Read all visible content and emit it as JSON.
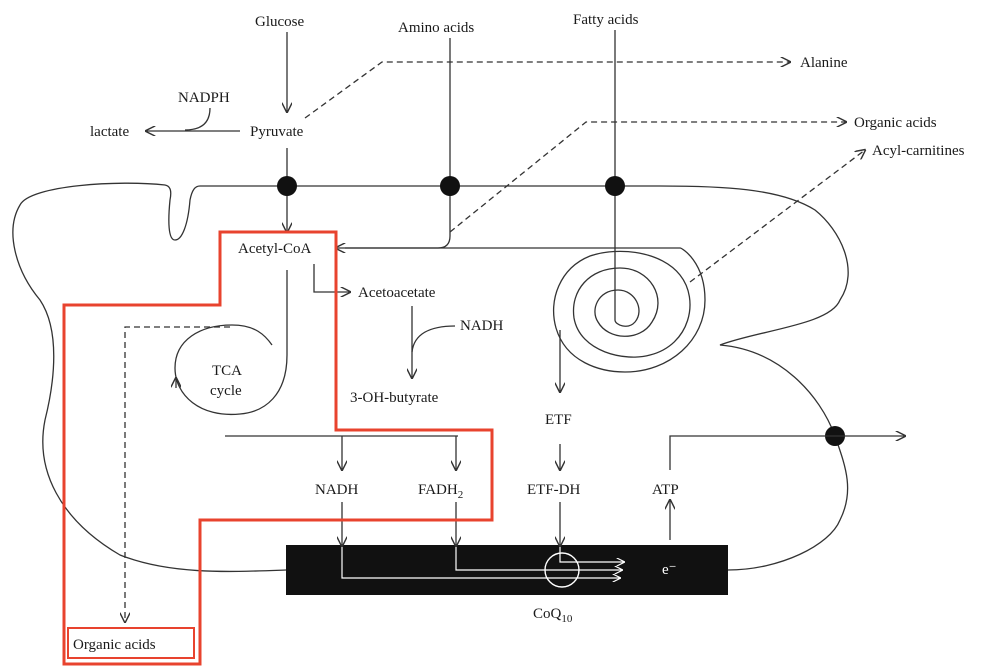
{
  "labels": {
    "glucose": "Glucose",
    "amino_acids": "Amino acids",
    "fatty_acids": "Fatty acids",
    "alanine": "Alanine",
    "nadph": "NADPH",
    "lactate": "lactate",
    "pyruvate": "Pyruvate",
    "organic_acids_out": "Organic acids",
    "acyl_carnitines": "Acyl-carnitines",
    "acetyl_coa": "Acetyl-CoA",
    "acetoacetate": "Acetoacetate",
    "nadh_ketone": "NADH",
    "three_oh_butyrate": "3-OH-butyrate",
    "tca_line1": "TCA",
    "tca_line2": "cycle",
    "etf": "ETF",
    "etf_dh": "ETF-DH",
    "nadh": "NADH",
    "fadh2_base": "FADH",
    "fadh2_sub": "2",
    "atp": "ATP",
    "electron": "e⁻",
    "coq10_base": "CoQ",
    "coq10_sub": "10",
    "organic_acids_urine": "Organic acids"
  },
  "colors": {
    "highlight": "#e8432e",
    "line": "#333333",
    "chain_bar": "#111111"
  }
}
